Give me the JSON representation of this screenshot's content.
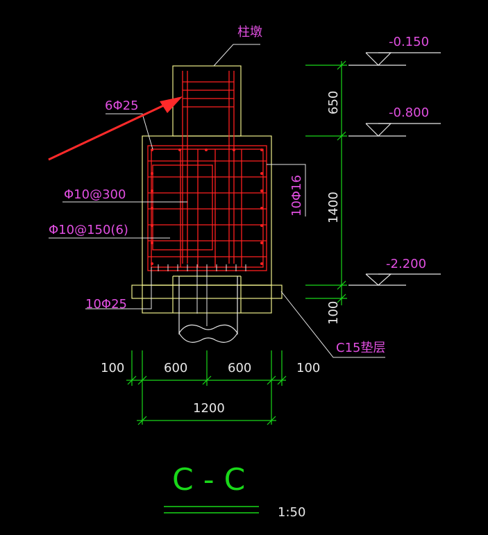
{
  "drawing": {
    "pier_label": "柱墩",
    "column_bars": "6Φ25",
    "stirrups_1": "Φ10@300",
    "stirrups_2": "Φ10@150(6)",
    "side_bars": "10Φ16",
    "bottom_bars": "10Φ25",
    "cushion": "C15垫层",
    "elev_top": "-0.150",
    "elev_mid": "-0.800",
    "elev_bot": "-2.200",
    "dim_650": "650",
    "dim_1400": "1400",
    "dim_100_v": "100",
    "dim_100_l": "100",
    "dim_600_l": "600",
    "dim_600_r": "600",
    "dim_100_r": "100",
    "dim_1200": "1200",
    "section_title": "C - C",
    "scale": "1:50"
  },
  "colors": {
    "background": "#000000",
    "outline": "#f0f08c",
    "rebar": "#ff2020",
    "label": "#e14fe1",
    "dim_line": "#19d819",
    "text": "#e8e8e8",
    "arrow": "#ff2a2a"
  }
}
